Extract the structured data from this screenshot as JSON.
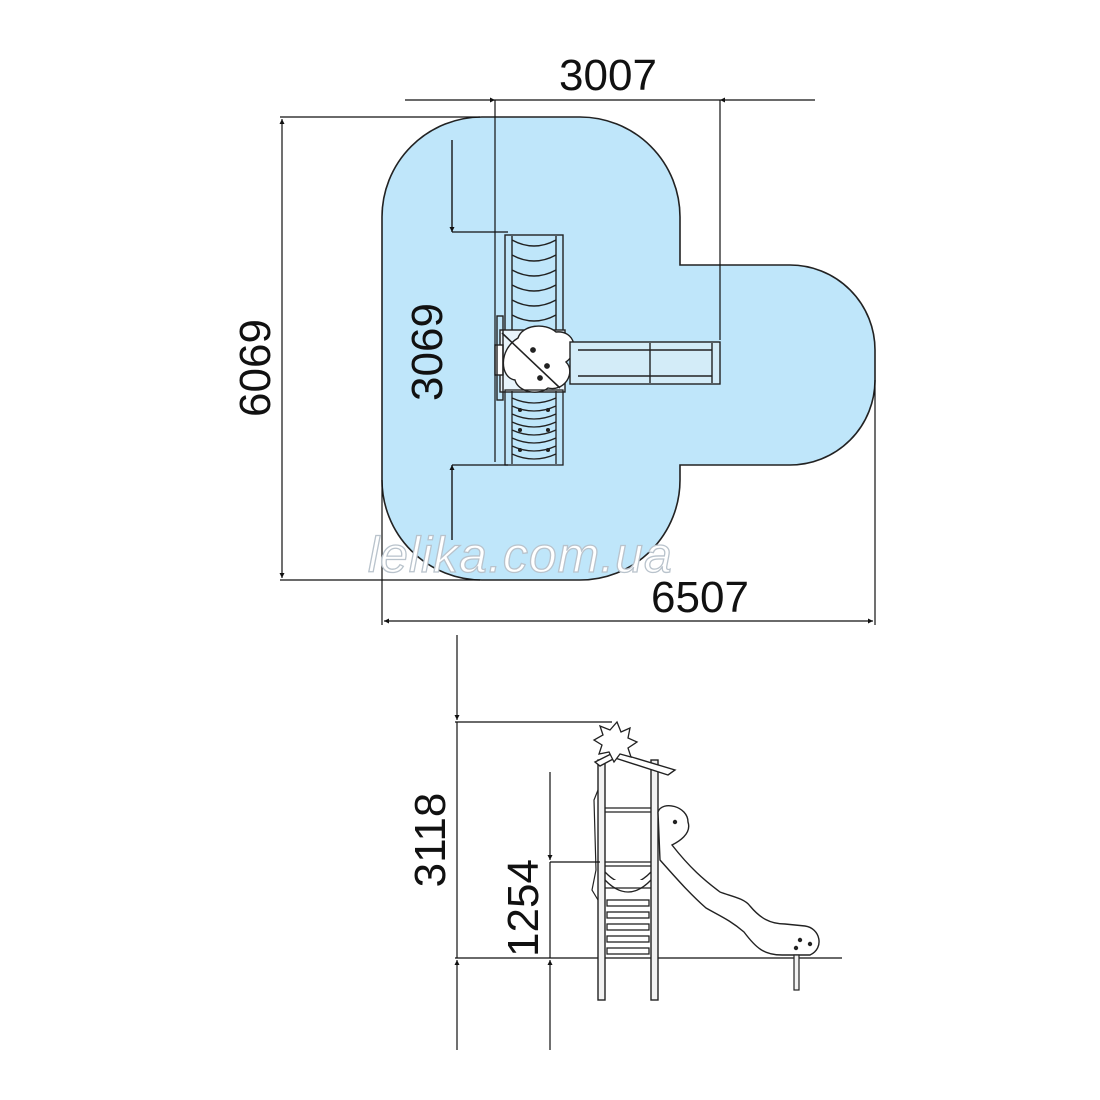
{
  "diagram": {
    "dimensions": {
      "platform_depth": "3007",
      "total_length": "6069",
      "tower_span": "3069",
      "total_width": "6507",
      "total_height": "3118",
      "platform_height": "1254"
    },
    "watermark": "lelika.com.ua",
    "colors": {
      "safety_zone_fill": "#bfe6fa",
      "outline": "#222222",
      "watermark_stroke": "#b9c3cc",
      "background": "#ffffff"
    }
  }
}
